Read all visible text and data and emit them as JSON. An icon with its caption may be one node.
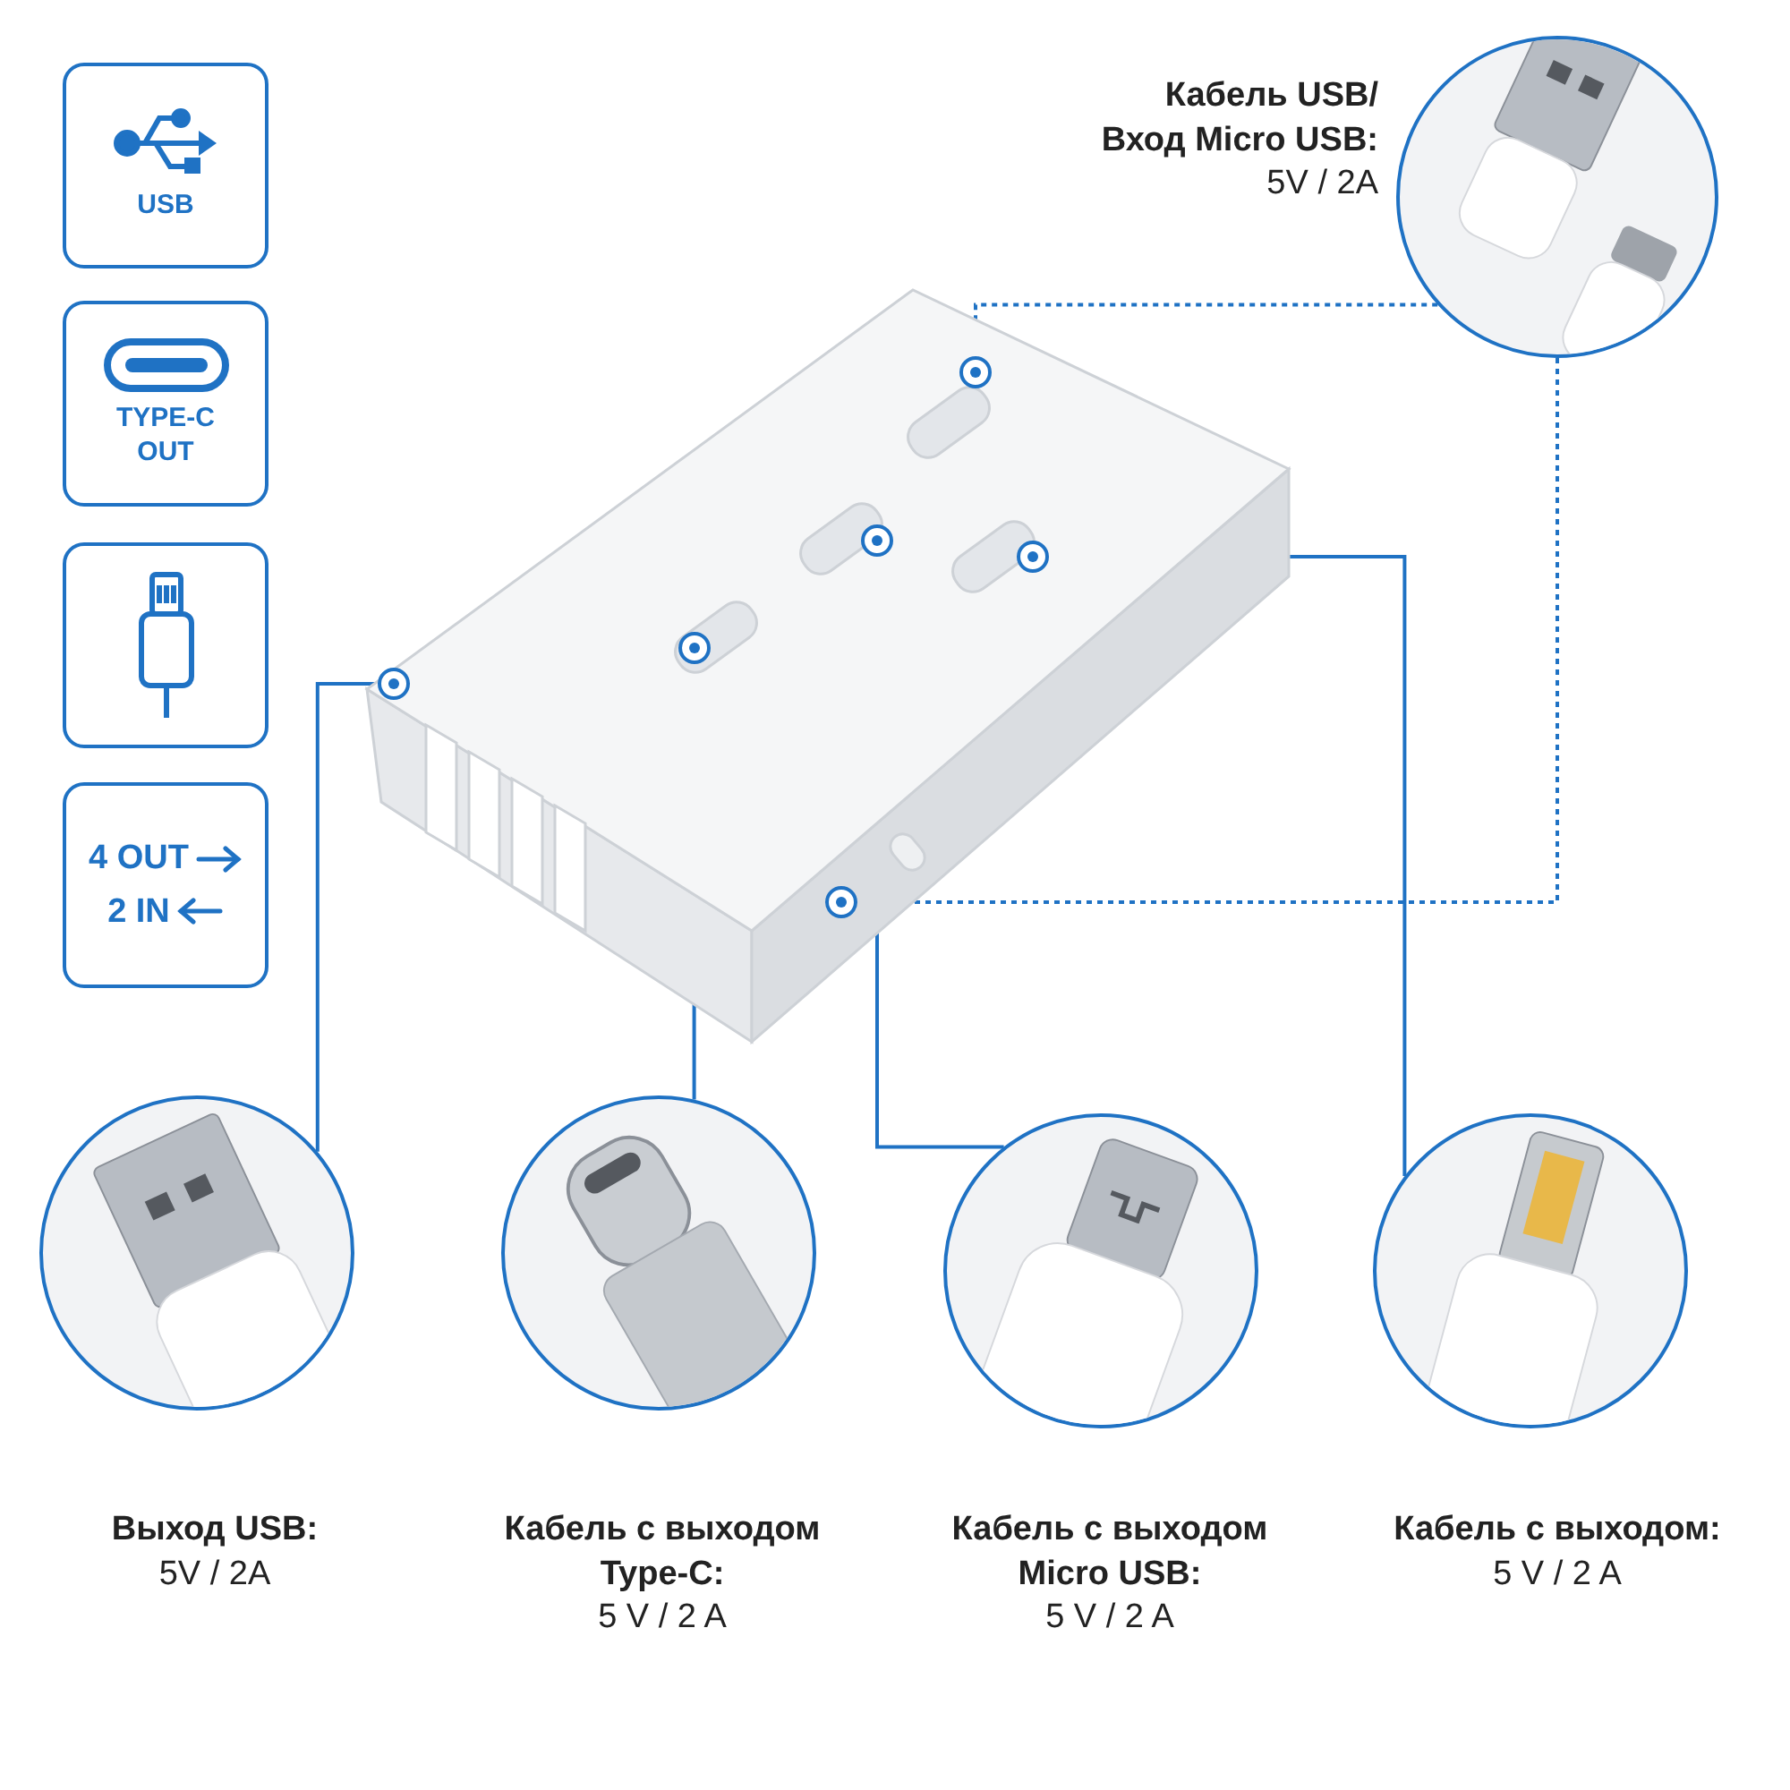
{
  "diagram": {
    "nodes": [
      {
        "text": [
          "USB"
        ]
      },
      {
        "text": [
          "TYPE-C OUT"
        ]
      },
      {
        "text": [],
        "shape": "box"
      },
      {
        "text": [
          "4 OUT",
          "2 IN"
        ]
      },
      {
        "text": [],
        "shape": "picture"
      },
      {
        "text": [],
        "shape": "picture",
        "beside": [
          "Кабель USB/ Вход Micro USB:",
          "5V / 2A"
        ]
      },
      {
        "text": [],
        "shape": "picture",
        "beside": [
          "Выход USB:",
          "5V / 2A"
        ]
      },
      {
        "text": [],
        "shape": "picture",
        "beside": [
          "Кабель с выходом Type-C:",
          "5 V / 2 A"
        ]
      },
      {
        "text": [],
        "shape": "picture",
        "beside": [
          "Кабель с выходом Micro USB:",
          "5 V / 2 A"
        ]
      },
      {
        "text": [],
        "shape": "picture",
        "beside": [
          "Кабель с выходом:",
          "5 V / 2 A"
        ]
      },
      {
        "text": [],
        "shape": "circle",
        "in": 4
      },
      {
        "text": [],
        "shape": "circle",
        "in": 4
      },
      {
        "text": [],
        "shape": "circle",
        "in": 4
      },
      {
        "text": [],
        "shape": "circle",
        "in": 4
      },
      {
        "text": [],
        "shape": "circle",
        "in": 4
      },
      {
        "text": [],
        "shape": "circle",
        "in": 4
      }
    ],
    "edges": [
      {
        "from": 5,
        "to": 10,
        "arrow": "none",
        "style": "dashed"
      },
      {
        "from": 5,
        "to": 15,
        "arrow": "none",
        "style": "dashed"
      },
      {
        "from": 6,
        "to": 14,
        "arrow": "none"
      },
      {
        "from": 7,
        "to": 13,
        "arrow": "none"
      },
      {
        "from": 8,
        "to": 11,
        "arrow": "none"
      },
      {
        "from": 9,
        "to": 12,
        "arrow": "none"
      }
    ]
  }
}
